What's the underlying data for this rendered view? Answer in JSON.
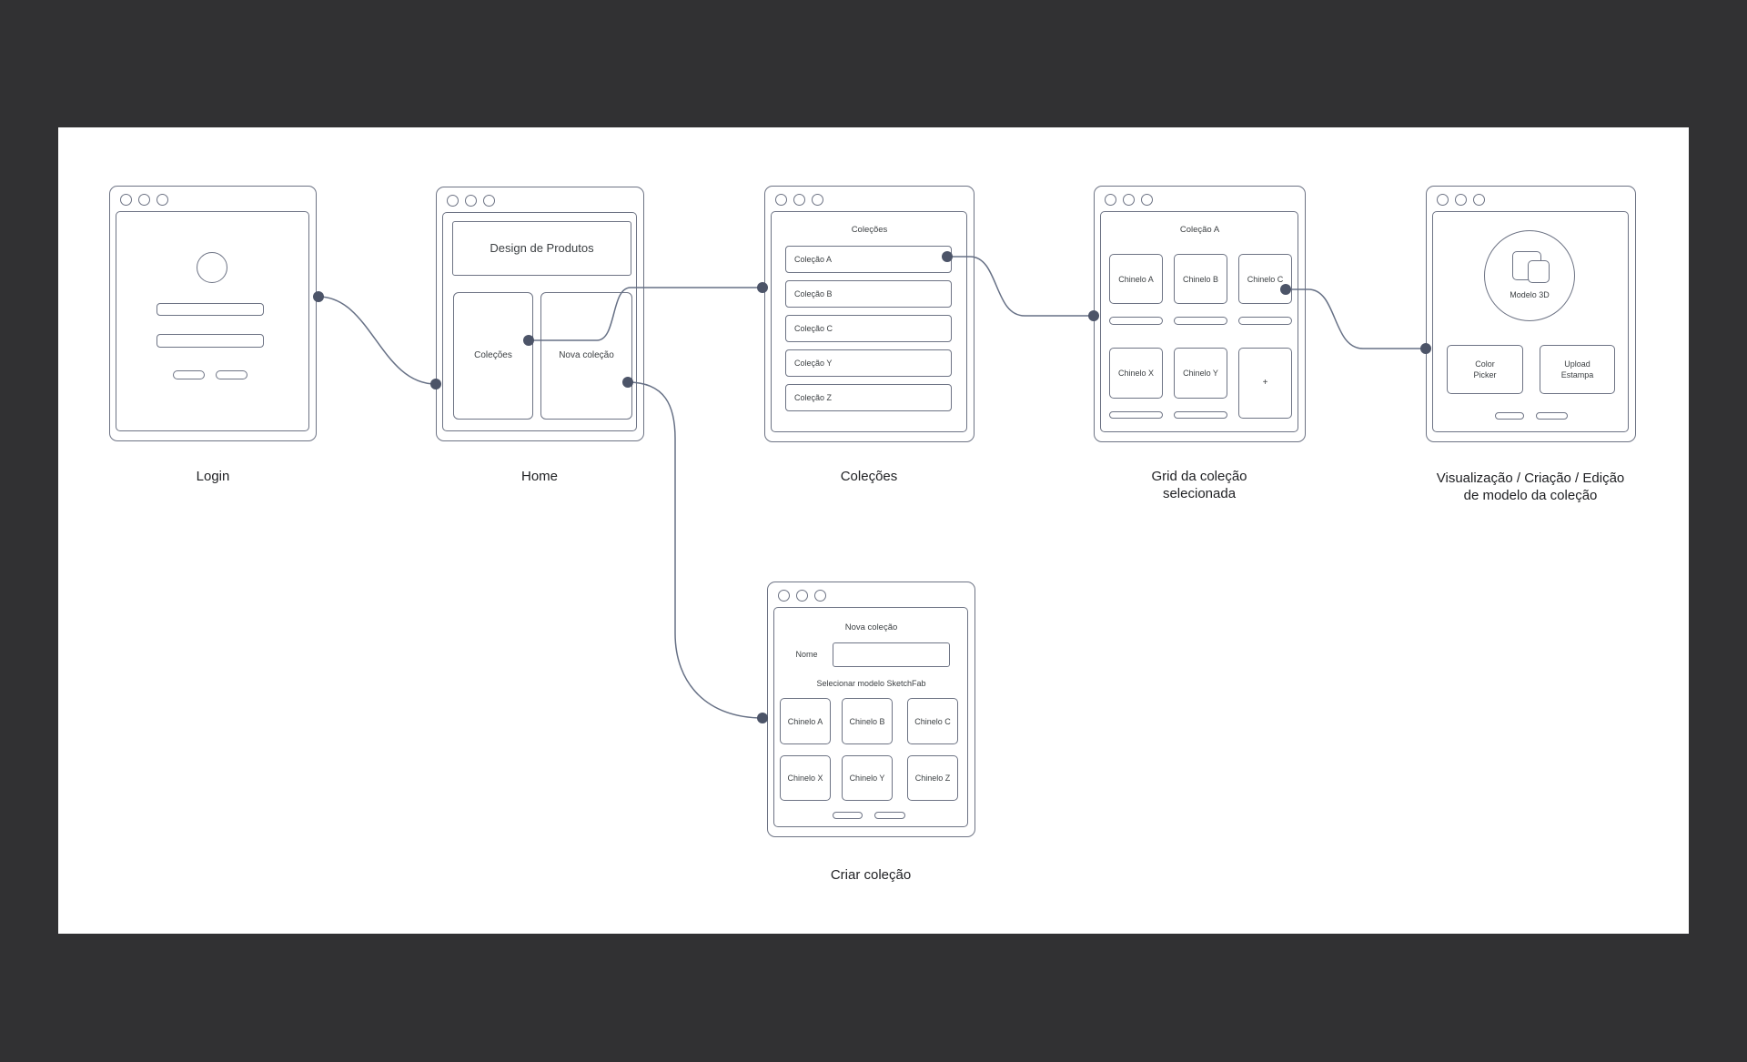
{
  "colors": {
    "surround_background": "#313133",
    "board_background": "#ffffff",
    "wireframe_stroke": "#6d7384",
    "connector_stroke": "#667085",
    "connector_dot": "#4c5468",
    "caption_text": "#202124",
    "wireframe_text": "#3c4043"
  },
  "screens": {
    "login": {
      "caption": "Login"
    },
    "home": {
      "caption": "Home",
      "banner": "Design de Produtos",
      "card_colecoes": "Coleções",
      "card_nova_colecao": "Nova coleção"
    },
    "colecoes": {
      "caption": "Coleções",
      "title": "Coleções",
      "rows": [
        "Coleção A",
        "Coleção B",
        "Coleção C",
        "Coleção Y",
        "Coleção Z"
      ]
    },
    "grid": {
      "caption": "Grid da coleção\nselecionada",
      "title": "Coleção A",
      "cards_row1": [
        "Chinelo A",
        "Chinelo B",
        "Chinelo C"
      ],
      "cards_row2": [
        "Chinelo X",
        "Chinelo Y"
      ],
      "add_button": "+"
    },
    "model": {
      "caption": "Visualização / Criação / Edição\nde modelo da coleção",
      "viewer_label": "Modelo 3D",
      "color_picker_button": "Color\nPicker",
      "upload_button": "Upload\nEstampa"
    },
    "criar": {
      "caption": "Criar coleção",
      "title": "Nova coleção",
      "name_label": "Nome",
      "name_value": "",
      "section_label": "Selecionar modelo SketchFab",
      "cards_row1": [
        "Chinelo A",
        "Chinelo B",
        "Chinelo C"
      ],
      "cards_row2": [
        "Chinelo X",
        "Chinelo Y",
        "Chinelo Z"
      ]
    }
  },
  "flow_edges": [
    {
      "from": "Login",
      "to": "Home"
    },
    {
      "from": "Home — Coleções",
      "to": "Coleções"
    },
    {
      "from": "Coleções — Coleção A",
      "to": "Grid da coleção selecionada"
    },
    {
      "from": "Grid da coleção selecionada — Chinelo C",
      "to": "Visualização / Criação / Edição de modelo da coleção"
    },
    {
      "from": "Home — Nova coleção",
      "to": "Criar coleção"
    }
  ]
}
